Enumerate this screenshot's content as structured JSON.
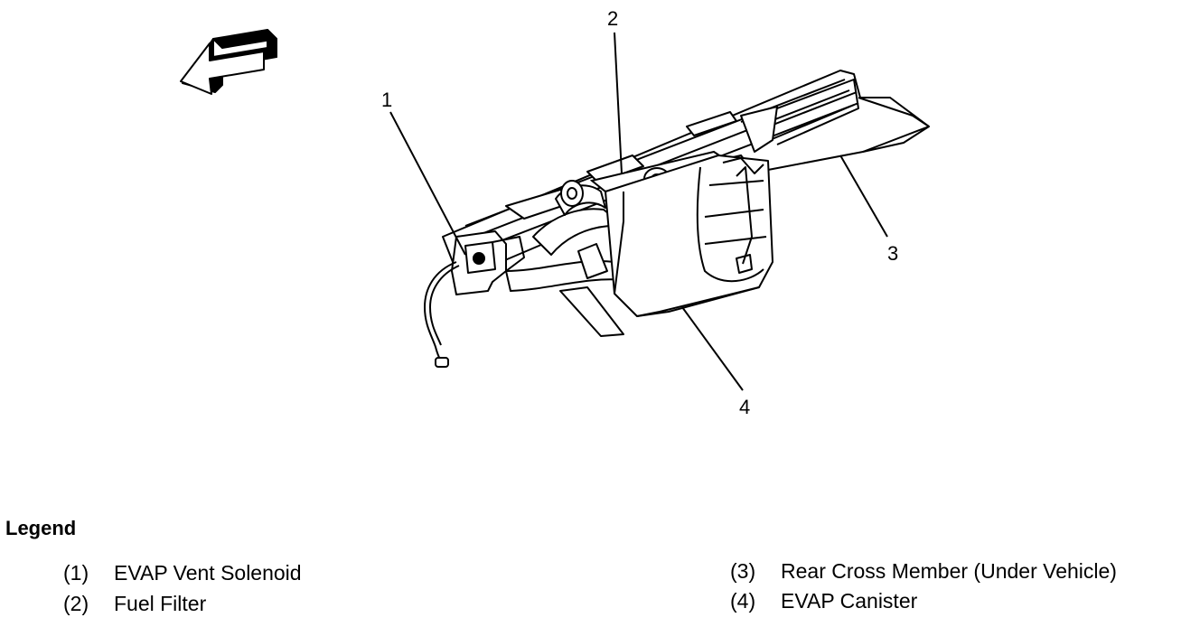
{
  "callouts": {
    "c1": "1",
    "c2": "2",
    "c3": "3",
    "c4": "4"
  },
  "legend": {
    "title": "Legend",
    "items": [
      {
        "num": "(1)",
        "label": "EVAP Vent Solenoid"
      },
      {
        "num": "(2)",
        "label": "Fuel Filter"
      },
      {
        "num": "(3)",
        "label": "Rear Cross Member (Under Vehicle)"
      },
      {
        "num": "(4)",
        "label": "EVAP Canister"
      }
    ]
  },
  "colors": {
    "line": "#000000",
    "background": "#ffffff"
  },
  "icons": {
    "direction": "forward-arrow-icon"
  }
}
